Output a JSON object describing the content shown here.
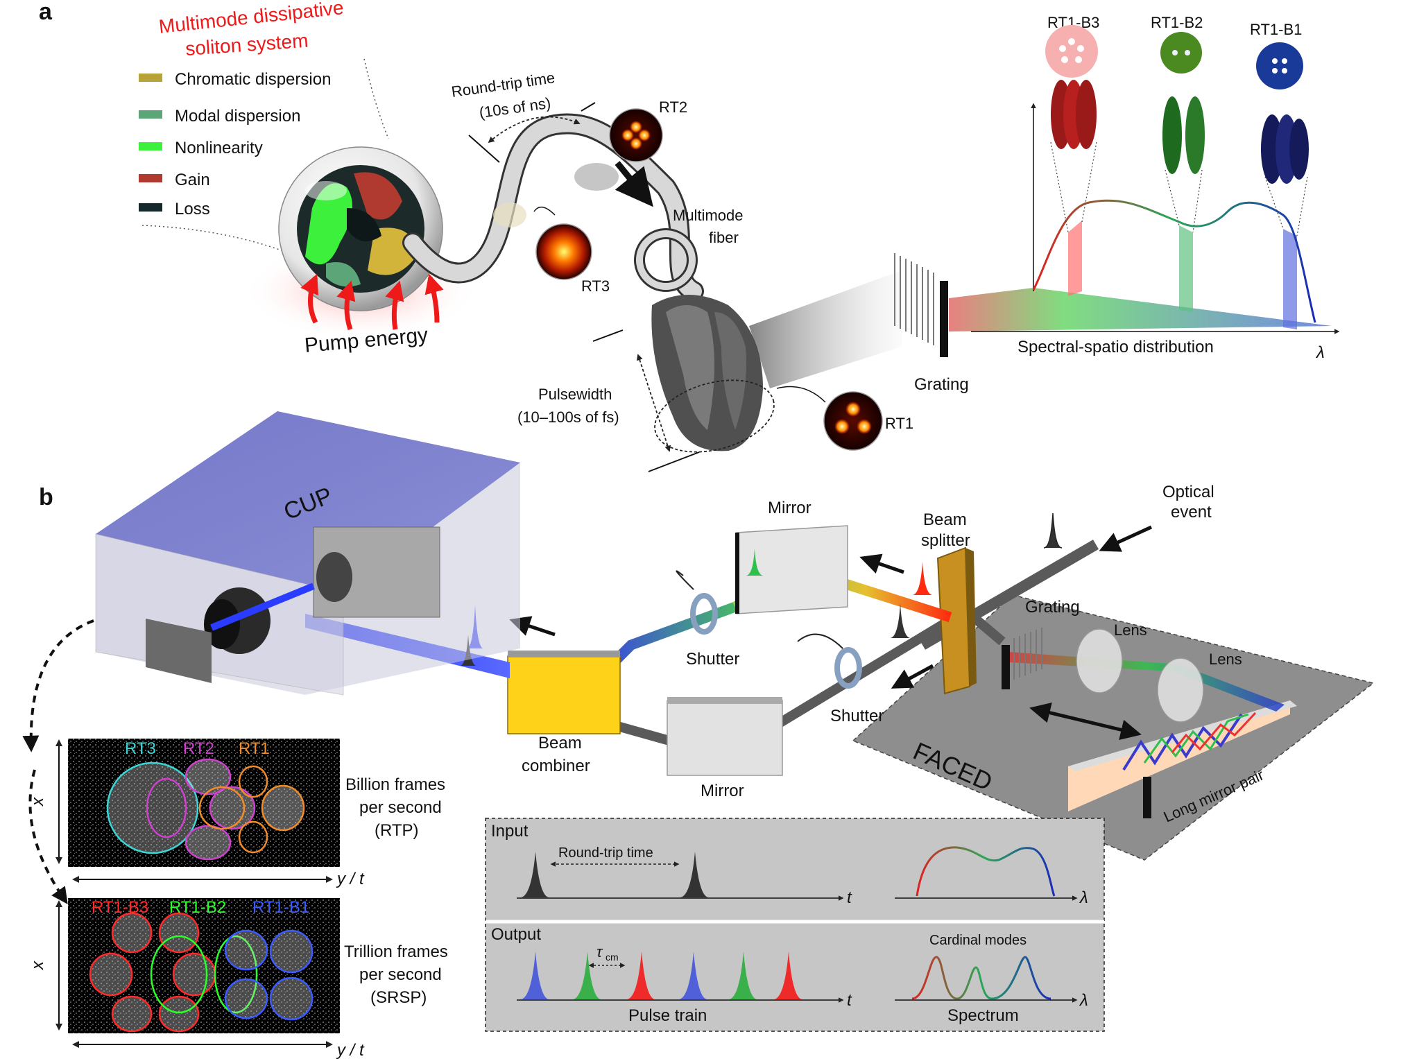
{
  "panel_a": {
    "letter": "a",
    "system_title_line1": "Multimode dissipative",
    "system_title_line2": "soliton system",
    "legend": [
      {
        "label": "Chromatic dispersion",
        "color": "#b8a23a"
      },
      {
        "label": "Modal dispersion",
        "color": "#5ba578"
      },
      {
        "label": "Nonlinearity",
        "color": "#3cf03c"
      },
      {
        "label": "Gain",
        "color": "#b03a30"
      },
      {
        "label": "Loss",
        "color": "#15282b"
      }
    ],
    "pump_label": "Pump energy",
    "roundtrip_line1": "Round-trip time",
    "roundtrip_line2": "(10s of ns)",
    "rt2": "RT2",
    "rt3": "RT3",
    "rt1": "RT1",
    "fiber_line1": "Multimode",
    "fiber_line2": "fiber",
    "pulsewidth_line1": "Pulsewidth",
    "pulsewidth_line2": "(10–100s of fs)",
    "grating": "Grating",
    "spectral_label": "Spectral-spatio distribution",
    "lambda": "λ",
    "b3": "RT1-B3",
    "b2": "RT1-B2",
    "b1": "RT1-B1"
  },
  "panel_b": {
    "letter": "b",
    "cup": "CUP",
    "mirror_top": "Mirror",
    "beam_splitter_line1": "Beam",
    "beam_splitter_line2": "splitter",
    "optical_event_line1": "Optical",
    "optical_event_line2": "event",
    "grating": "Grating",
    "lens1": "Lens",
    "lens2": "Lens",
    "shutter1": "Shutter",
    "shutter2": "Shutter",
    "beam_combiner_line1": "Beam",
    "beam_combiner_line2": "combiner",
    "mirror_bottom": "Mirror",
    "faced": "FACED",
    "long_mirror": "Long mirror pair",
    "img1": {
      "labels": [
        "RT3",
        "RT2",
        "RT1"
      ],
      "colors": [
        "#3ad6d6",
        "#d040d0",
        "#f08c2a"
      ]
    },
    "img2": {
      "labels": [
        "RT1-B3",
        "RT1-B2",
        "RT1-B1"
      ],
      "colors": [
        "#ff2a2a",
        "#2aff2a",
        "#3a5cff"
      ]
    },
    "axis_x": "x",
    "axis_yt": "y / t",
    "rate1_line1": "Billion frames",
    "rate1_line2": "per second",
    "rate1_line3": "(RTP)",
    "rate2_line1": "Trillion frames",
    "rate2_line2": "per second",
    "rate2_line3": "(SRSP)",
    "box": {
      "input": "Input",
      "output": "Output",
      "roundtrip": "Round-trip time",
      "t": "t",
      "lambda": "λ",
      "tau": "τ",
      "tau_sub": "cm",
      "pulse_train": "Pulse train",
      "cardinal": "Cardinal modes",
      "spectrum": "Spectrum"
    }
  }
}
